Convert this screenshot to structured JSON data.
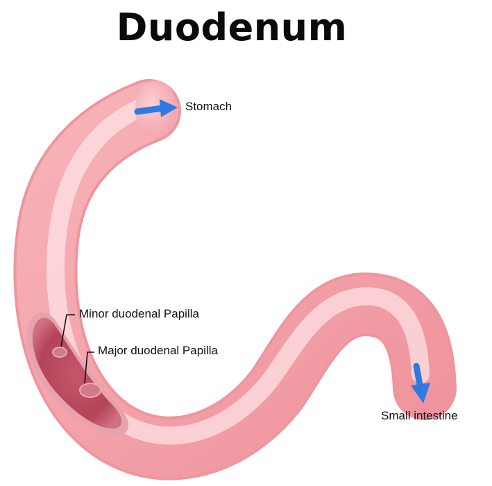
{
  "title": "Duodenum",
  "labels": {
    "stomach": "Stomach",
    "minor_papilla": "Minor duodenal Papilla",
    "major_papilla": "Major duodenal Papilla",
    "small_intestine": "Small intestine"
  },
  "colors": {
    "tube_base": "#f4a6ac",
    "tube_light": "#fcd9dc",
    "tube_edge": "#ea8d96",
    "interior": "#b6445a",
    "arrow": "#2f7ae0",
    "leader": "#111111"
  }
}
